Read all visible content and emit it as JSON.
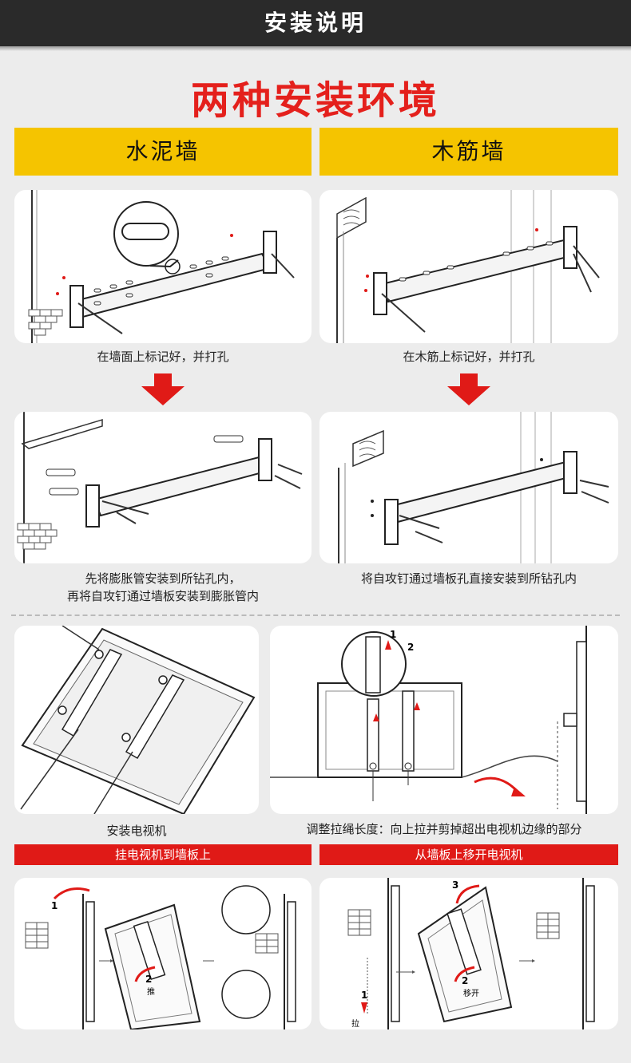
{
  "header": {
    "title": "安装说明"
  },
  "main_title": "两种安装环境",
  "columns": [
    {
      "label": "水泥墙"
    },
    {
      "label": "木筋墙"
    }
  ],
  "captions": {
    "step1_left": "在墙面上标记好，并打孔",
    "step1_right": "在木筋上标记好，并打孔",
    "step2_left_line1": "先将膨胀管安装到所钻孔内，",
    "step2_left_line2": "再将自攻钉通过墙板安装到膨胀管内",
    "step2_right": "将自攻钉通过墙板孔直接安装到所钻孔内",
    "tv_install": "安装电视机",
    "rope_adjust": "调整拉绳长度：向上拉并剪掉超出电视机边缘的部分"
  },
  "sections": {
    "hang": "挂电视机到墙板上",
    "remove": "从墙板上移开电视机"
  },
  "diagram_labels": {
    "hang_step1": "1",
    "hang_step2": "2",
    "hang_push": "推",
    "rope_step1": "1",
    "rope_step2": "2",
    "remove_step1": "1",
    "remove_pull": "拉",
    "remove_step2": "2",
    "remove_move": "移开",
    "remove_step3": "3"
  },
  "colors": {
    "accent_red": "#e01a17",
    "yellow": "#f5c400",
    "header_bg": "#2a2a2a"
  }
}
